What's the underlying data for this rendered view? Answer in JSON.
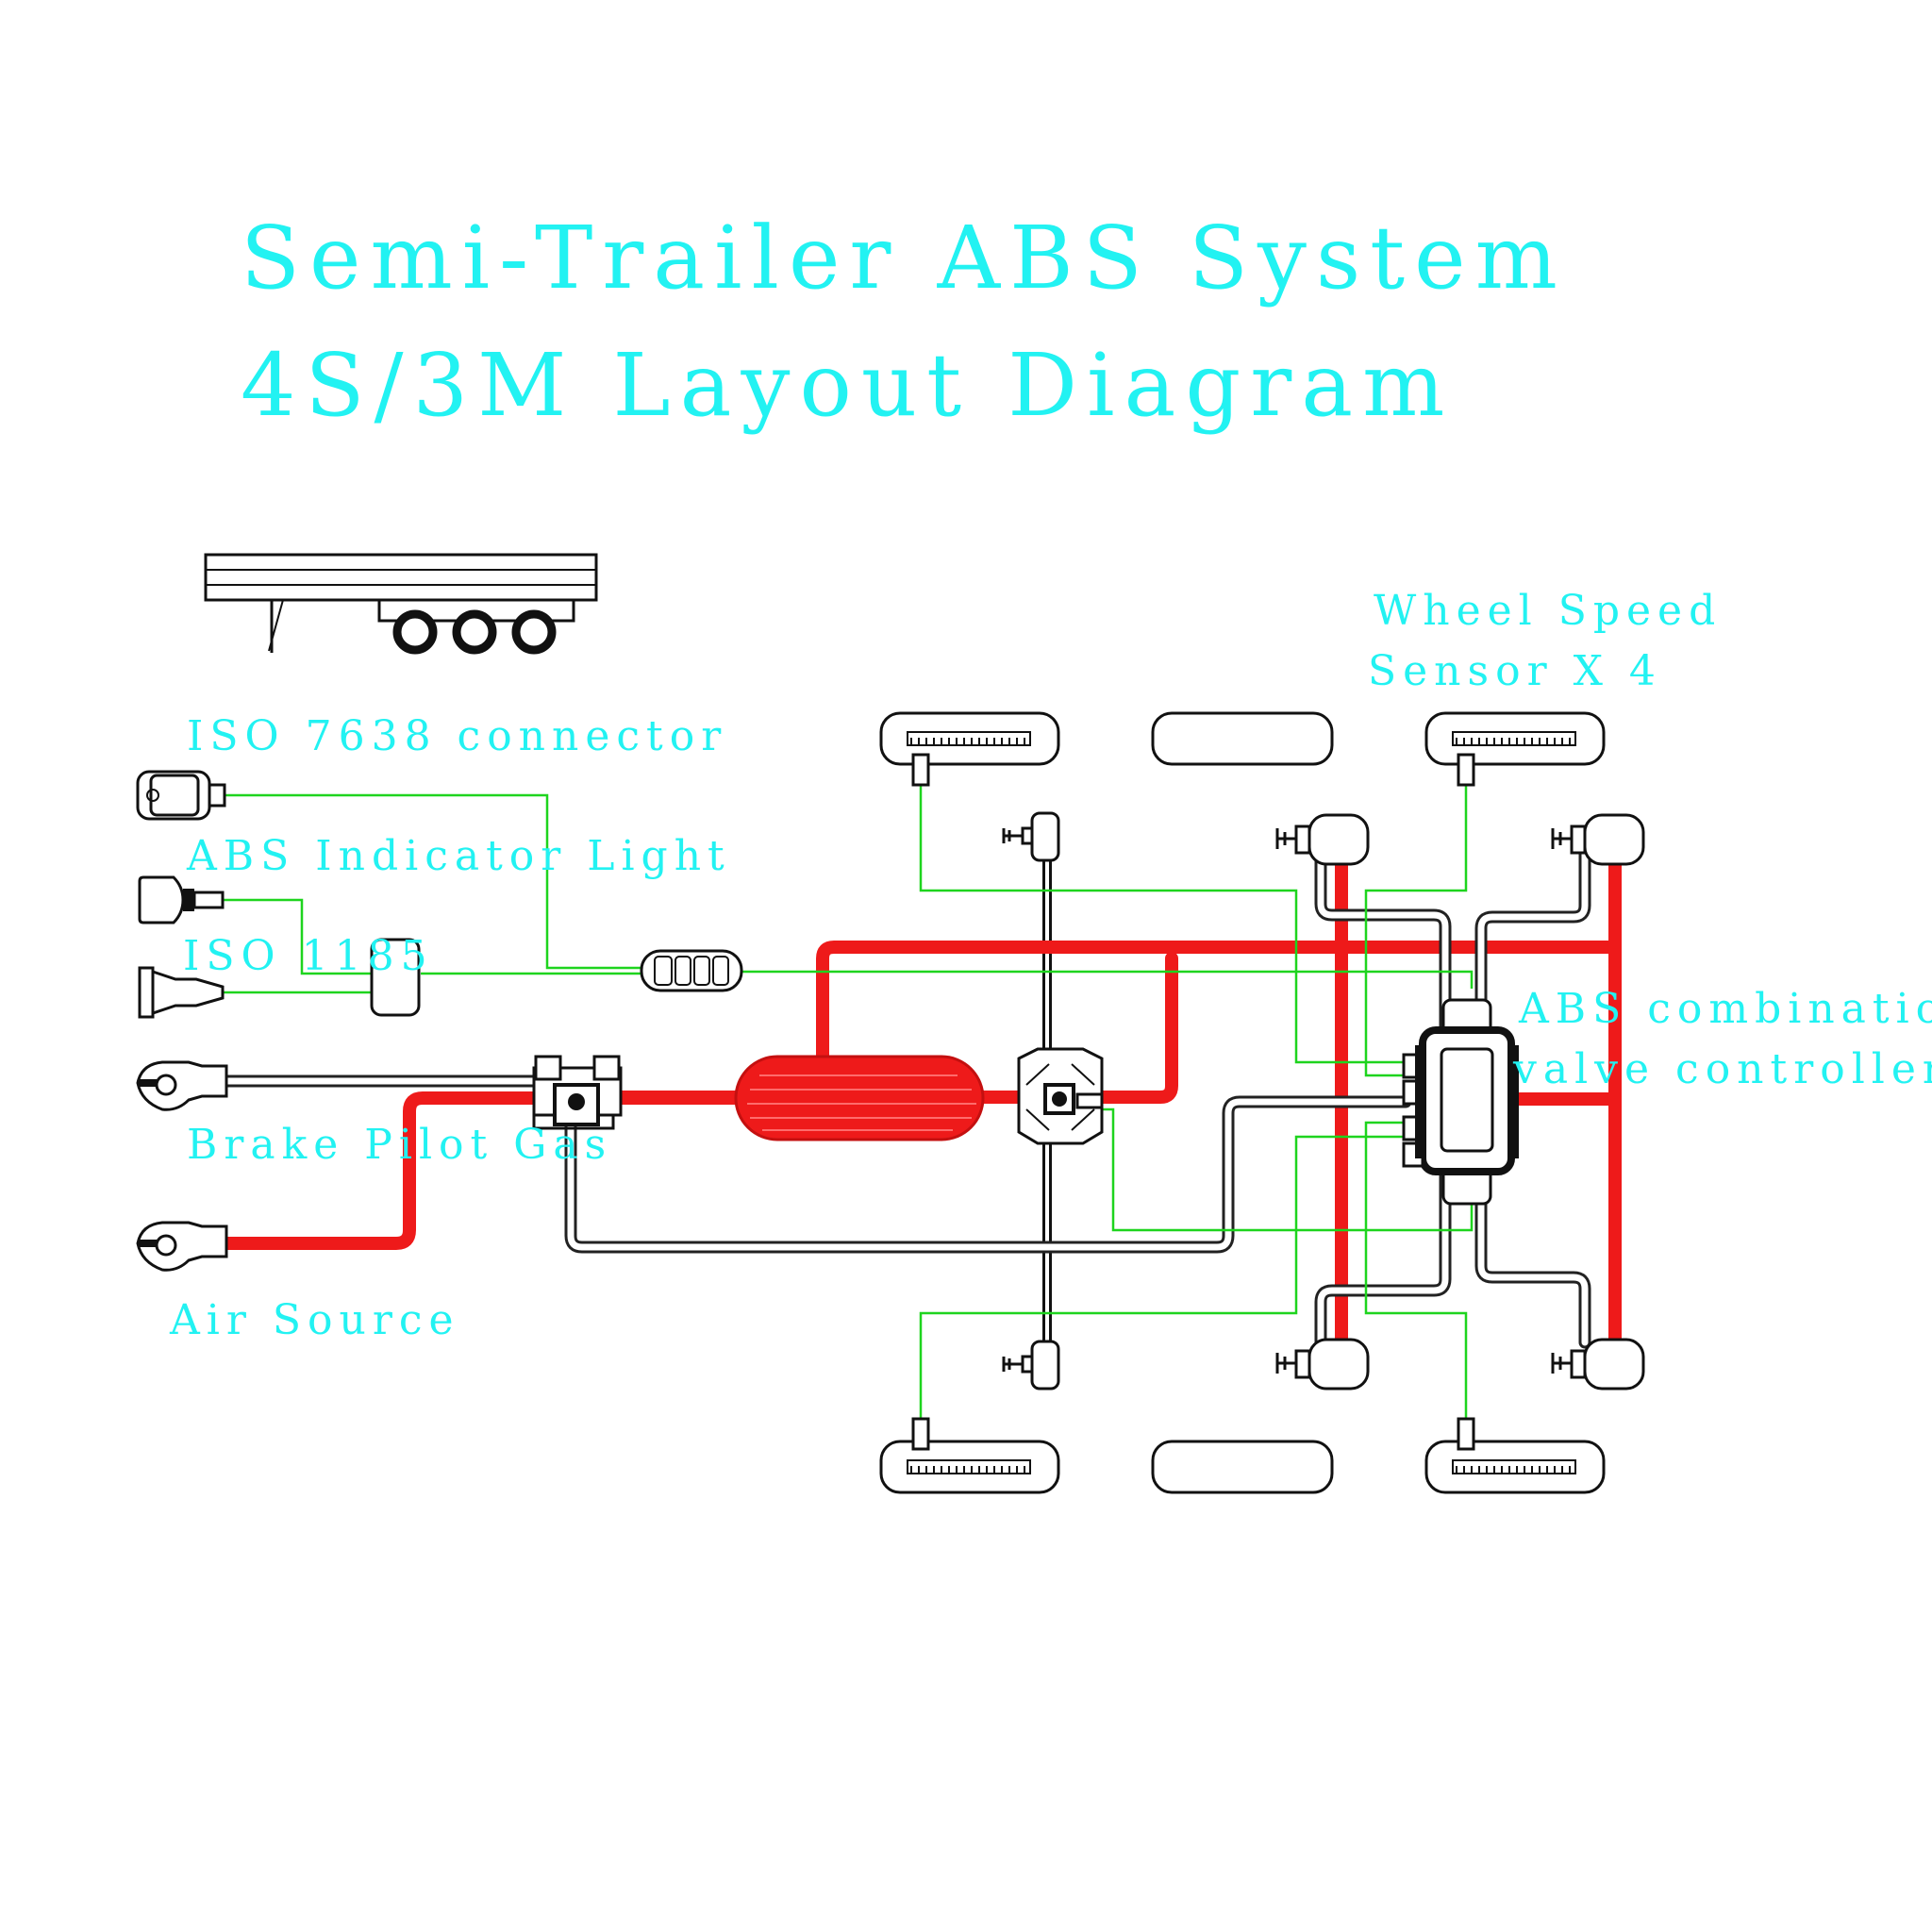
{
  "title": {
    "line1": "Semi-Trailer ABS System",
    "line2": "4S/3M Layout Diagram"
  },
  "labels": {
    "wheel_speed_line1": "Wheel Speed",
    "wheel_speed_line2": "Sensor X 4",
    "iso7638": "ISO 7638 connector",
    "abs_indicator": "ABS Indicator Light",
    "iso1185": "ISO 1185",
    "abs_valve_line1": "ABS combination",
    "abs_valve_line2": "valve controller",
    "brake_pilot": "Brake Pilot Gas",
    "air_source": "Air Source"
  },
  "colors": {
    "label": "#22f2f2",
    "air_line": "#ee1a1a",
    "electrical_wire": "#1ed41e",
    "pilot_line": "#222222"
  },
  "icons": [
    "semi-trailer-icon",
    "iso7638-connector-icon",
    "abs-indicator-light-icon",
    "iso1185-plug-icon",
    "brake-pilot-coupling-icon",
    "air-source-coupling-icon",
    "relay-valve-icon",
    "air-tank-icon",
    "junction-box-icon",
    "abs-ecu-icon"
  ]
}
